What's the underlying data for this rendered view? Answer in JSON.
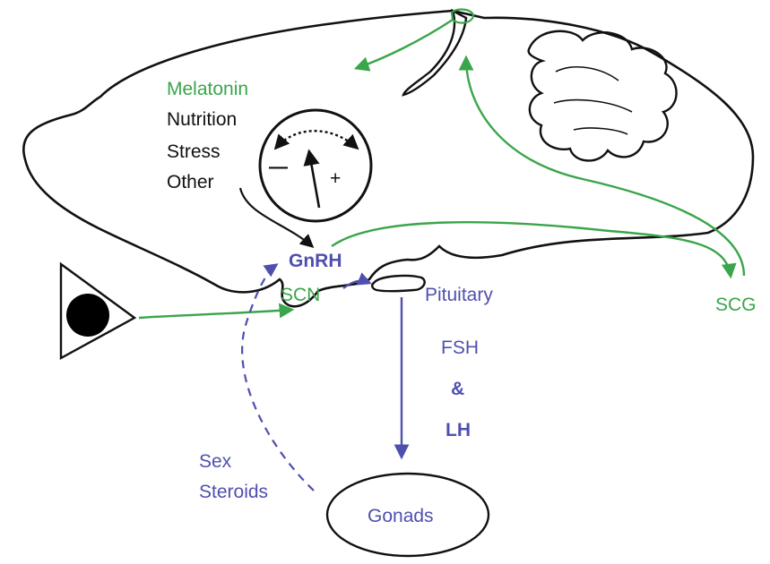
{
  "labels": {
    "melatonin": "Melatonin",
    "nutrition": "Nutrition",
    "stress": "Stress",
    "other": "Other",
    "dial_minus": "—",
    "dial_plus": "+",
    "gnrh": "GnRH",
    "scn": "SCN",
    "pituitary": "Pituitary",
    "scg": "SCG",
    "fsh": "FSH",
    "amp": "&",
    "lh": "LH",
    "sex": "Sex",
    "steroids": "Steroids",
    "gonads": "Gonads"
  },
  "colors": {
    "green": "#3aa54a",
    "blue": "#4f4fb0",
    "outline": "#111111"
  }
}
